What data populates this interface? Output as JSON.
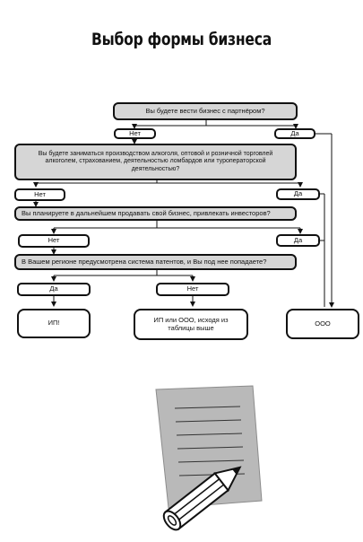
{
  "title": "Выбор формы бизнеса",
  "questions": [
    "Вы будете вести бизнес с партнёром?",
    "Вы будете заниматься производством алкоголя, оптовой и розничной торговлей алкоголем, страхованием, деятельностью ломбардов или туроператорской деятельностью?",
    "Вы планируете в дальнейшем продавать свой бизнес, привлекать инвесторов?",
    "В Вашем регионе предусмотрена система патентов, и Вы под нее попадаете?"
  ],
  "answers": {
    "q1_no": "Нет",
    "q1_yes": "Да",
    "q2_no": "Нет",
    "q2_yes": "Да",
    "q3_no": "Нет",
    "q3_yes": "Да",
    "q4_yes": "Да",
    "q4_no": "Нет"
  },
  "results": {
    "ip": "ИП!",
    "ip_or_ooo": "ИП или ООО, исходя из таблицы выше",
    "ooo": "ООО"
  },
  "illustration_icon": "paper-and-pencil-icon"
}
